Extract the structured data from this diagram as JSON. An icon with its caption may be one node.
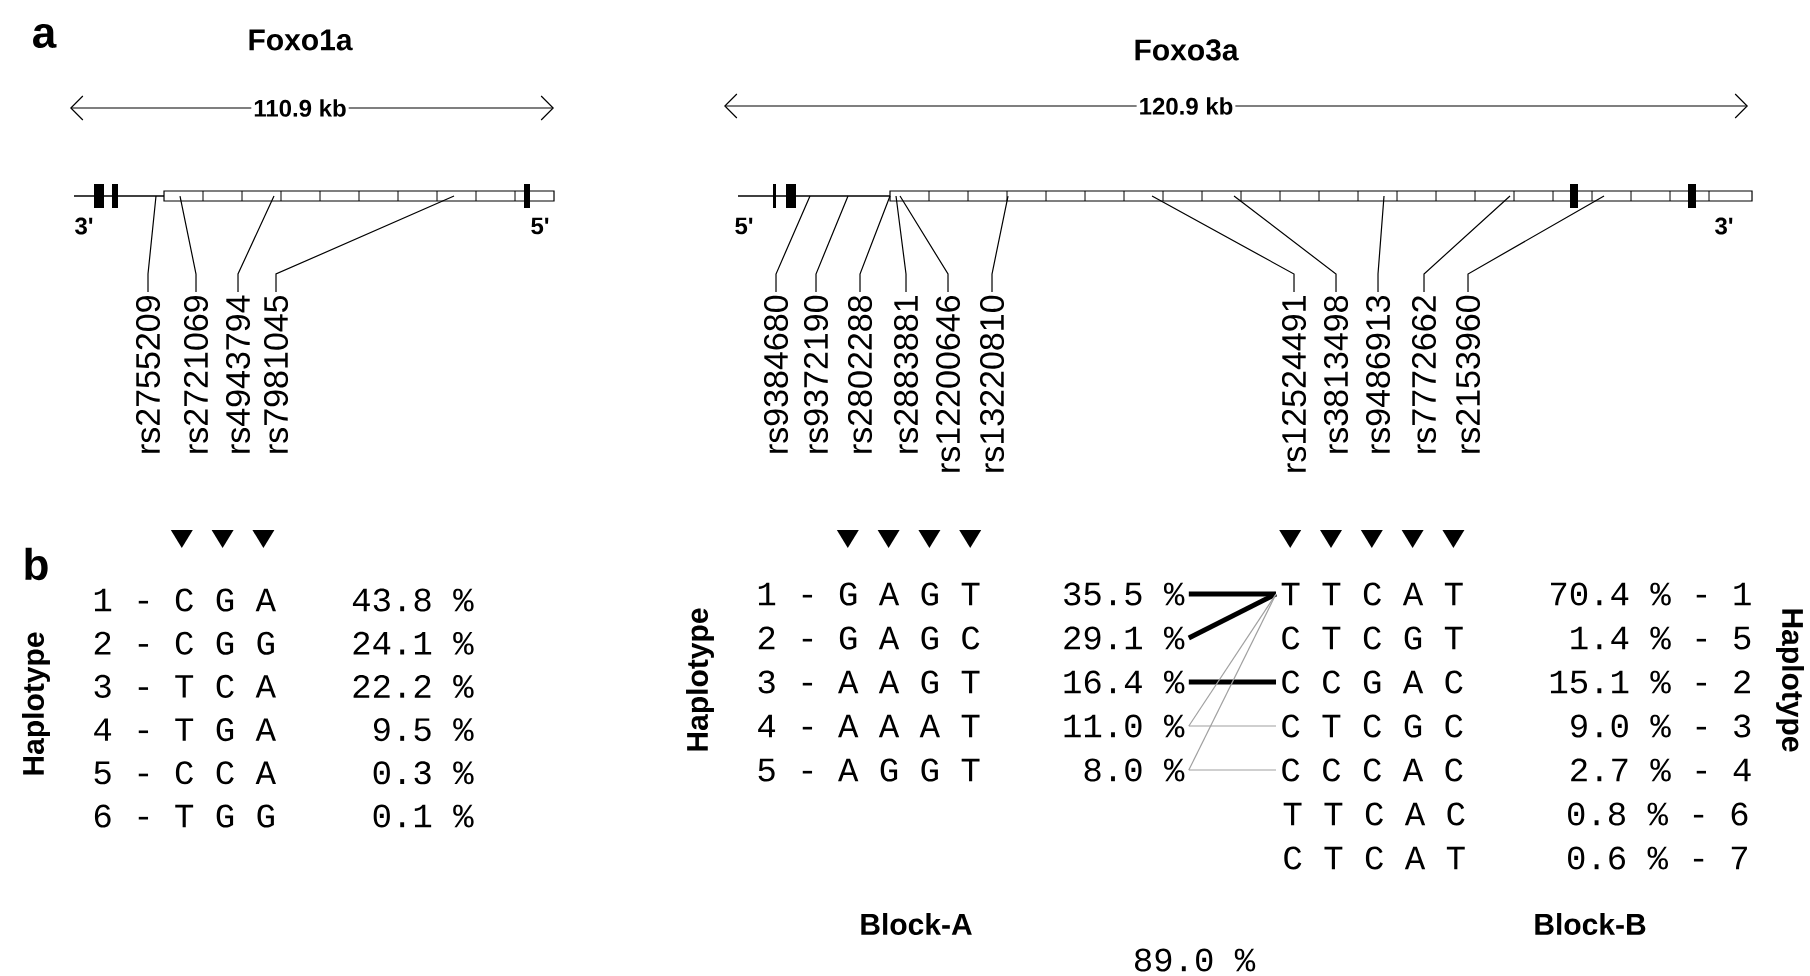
{
  "diagram": {
    "nodes": [
      {
        "text": [
          "rs2755209"
        ]
      },
      {
        "text": [
          "rs2721069"
        ]
      },
      {
        "text": [
          "rs4943794"
        ]
      },
      {
        "text": [
          "rs7981045"
        ]
      },
      {
        "text": [
          "rs9384680"
        ]
      },
      {
        "text": [
          "rs9372190"
        ]
      },
      {
        "text": [
          "rs2802288"
        ]
      },
      {
        "text": [
          "rs2883881"
        ]
      },
      {
        "text": [
          "rs12200646"
        ]
      },
      {
        "text": [
          "rs13220810"
        ]
      },
      {
        "text": [
          "rs12524491"
        ]
      },
      {
        "text": [
          "rs3813498"
        ]
      },
      {
        "text": [
          "rs9486913"
        ]
      },
      {
        "text": [
          "rs7772662"
        ]
      },
      {
        "text": [
          "rs2153960"
        ]
      },
      {
        "text": [
          "1 - G A G T",
          "35.5 %"
        ]
      },
      {
        "text": [
          "2 - G A G C",
          "29.1 %"
        ]
      },
      {
        "text": [
          "3 - A A G T",
          "16.4 %"
        ]
      },
      {
        "text": [
          "4 - A A A T",
          "11.0 %"
        ]
      },
      {
        "text": [
          "5 - A G G T",
          "8.0 %"
        ]
      },
      {
        "text": [
          "T T C A T",
          "70.4 % - 1"
        ]
      },
      {
        "text": [
          "C T C G T",
          "1.4 % - 5"
        ]
      },
      {
        "text": [
          "C C G A C",
          "15.1 % - 2"
        ]
      },
      {
        "text": [
          "C T C G C",
          "9.0 % - 3"
        ]
      },
      {
        "text": [
          "C C C A C",
          "2.7 % - 4"
        ]
      }
    ],
    "edges": [
      {
        "from": 0,
        "to": null,
        "arrow": "none"
      },
      {
        "from": 1,
        "to": null,
        "arrow": "none"
      },
      {
        "from": 2,
        "to": null,
        "arrow": "none"
      },
      {
        "from": 3,
        "to": null,
        "arrow": "none"
      },
      {
        "from": 4,
        "to": null,
        "arrow": "none"
      },
      {
        "from": 5,
        "to": null,
        "arrow": "none"
      },
      {
        "from": 6,
        "to": null,
        "arrow": "none"
      },
      {
        "from": 7,
        "to": null,
        "arrow": "none"
      },
      {
        "from": 8,
        "to": null,
        "arrow": "none"
      },
      {
        "from": 9,
        "to": null,
        "arrow": "none"
      },
      {
        "from": 10,
        "to": null,
        "arrow": "none"
      },
      {
        "from": 11,
        "to": null,
        "arrow": "none"
      },
      {
        "from": 12,
        "to": null,
        "arrow": "none"
      },
      {
        "from": 13,
        "to": null,
        "arrow": "none"
      },
      {
        "from": 14,
        "to": null,
        "arrow": "none"
      },
      {
        "from": 15,
        "to": 20,
        "arrow": "none",
        "style": "thick"
      },
      {
        "from": 16,
        "to": 20,
        "arrow": "none",
        "style": "thick"
      },
      {
        "from": 17,
        "to": 22,
        "arrow": "none",
        "style": "thick"
      },
      {
        "from": 18,
        "to": 23,
        "arrow": "none",
        "color": "#a0a0a0"
      },
      {
        "from": 18,
        "to": 20,
        "arrow": "none",
        "color": "#a0a0a0"
      },
      {
        "from": 19,
        "to": 24,
        "arrow": "none",
        "color": "#a0a0a0"
      },
      {
        "from": 19,
        "to": 20,
        "arrow": "none",
        "color": "#a0a0a0"
      }
    ],
    "labels": [
      "a",
      "Foxo1a",
      "110.9 kb",
      "3'",
      "5'",
      "Foxo3a",
      "120.9 kb",
      "5'",
      "3'",
      "b",
      "Haplotype",
      "1 - C G A",
      "43.8 %",
      "2 - C G G",
      "24.1 %",
      "3 - T C A",
      "22.2 %",
      "4 - T G A",
      "9.5 %",
      "5 - C C A",
      "0.3 %",
      "6 - T G G",
      "0.1 %",
      "Haplotype",
      "Haplotype",
      "T T C A C",
      "0.8 % - 6",
      "C T C A T",
      "0.6 % - 7",
      "Block-A",
      "Block-B",
      "89.0 %"
    ]
  }
}
